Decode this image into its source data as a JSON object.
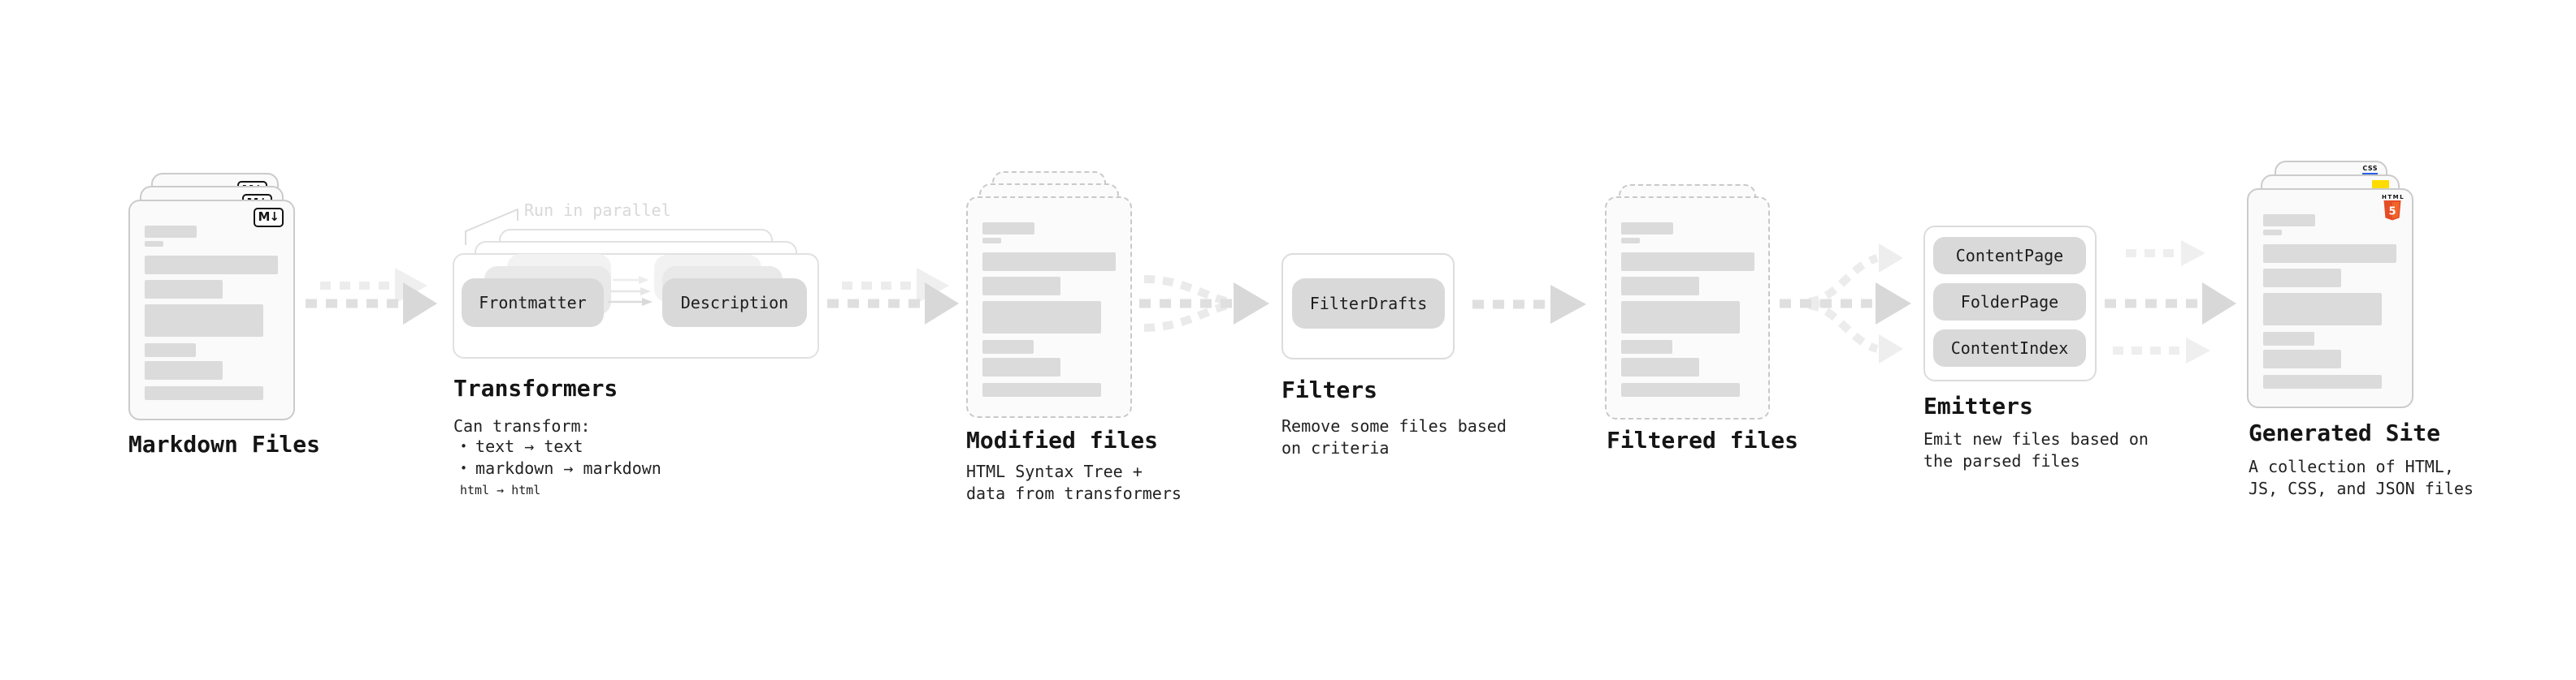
{
  "stages": {
    "markdown_files": {
      "title": "Markdown Files",
      "badge": "M↓"
    },
    "transformers": {
      "title": "Transformers",
      "note": "Run in parallel",
      "pill_left": "Frontmatter",
      "pill_right": "Description",
      "desc_heading": "Can transform:",
      "bullet_char": "•",
      "bullets": [
        "text → text",
        "markdown → markdown",
        "html → html"
      ]
    },
    "modified_files": {
      "title": "Modified files",
      "desc_line1": "HTML Syntax Tree +",
      "desc_line2": "data from transformers"
    },
    "filters": {
      "title": "Filters",
      "pill": "FilterDrafts",
      "desc_line1": "Remove some files based",
      "desc_line2": "on criteria"
    },
    "filtered_files": {
      "title": "Filtered files"
    },
    "emitters": {
      "title": "Emitters",
      "pills": [
        "ContentPage",
        "FolderPage",
        "ContentIndex"
      ],
      "desc_line1": "Emit new files based on",
      "desc_line2": "the parsed files"
    },
    "generated_site": {
      "title": "Generated Site",
      "desc_line1": "A collection of HTML,",
      "desc_line2": "JS, CSS, and JSON files",
      "badge_html_caption": "HTML",
      "badge_html_number": "5",
      "badge_css": "CSS"
    }
  },
  "colors": {
    "card_border": "#cbcbcb",
    "card_bg": "#fafafa",
    "placeholder_bar": "#dbdbdb",
    "pill_bg": "#d9d9d9",
    "arrow_dark": "#d8d8d8",
    "arrow_light": "#ececec",
    "html5_orange": "#e44d26",
    "html5_orange_light": "#f16529",
    "css_blue": "#2760e6",
    "js_yellow": "#ffdc00"
  }
}
